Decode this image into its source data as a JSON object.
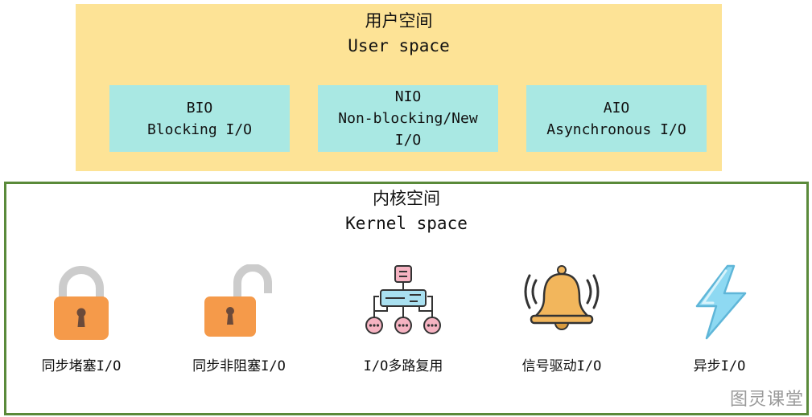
{
  "user_space": {
    "title_cn": "用户空间",
    "title_en": "User space",
    "models": [
      {
        "line1": "BIO",
        "line2": "Blocking I/O"
      },
      {
        "line1": "NIO",
        "line2": "Non-blocking/New",
        "line3": "I/O"
      },
      {
        "line1": "AIO",
        "line2": "Asynchronous I/O"
      }
    ]
  },
  "kernel_space": {
    "title_cn": "内核空间",
    "title_en": "Kernel space",
    "models": [
      {
        "label": "同步堵塞I/O",
        "icon": "locked-padlock-icon"
      },
      {
        "label": "同步非阻塞I/O",
        "icon": "unlocked-padlock-icon"
      },
      {
        "label": "I/O多路复用",
        "icon": "multiplexing-tree-icon"
      },
      {
        "label": "信号驱动I/O",
        "icon": "ringing-bell-icon"
      },
      {
        "label": "异步I/O",
        "icon": "lightning-bolt-icon"
      }
    ]
  },
  "watermark": "图灵课堂",
  "colors": {
    "user_space_bg": "#fde396",
    "io_box_bg": "#a9e8e3",
    "kernel_border": "#5a8a3a",
    "lock_orange": "#f59a4a",
    "shackle_gray": "#cccccc",
    "bell_gold": "#f2b65c",
    "bolt_blue": "#8ed9f2",
    "node_pink": "#f6b3c2"
  }
}
